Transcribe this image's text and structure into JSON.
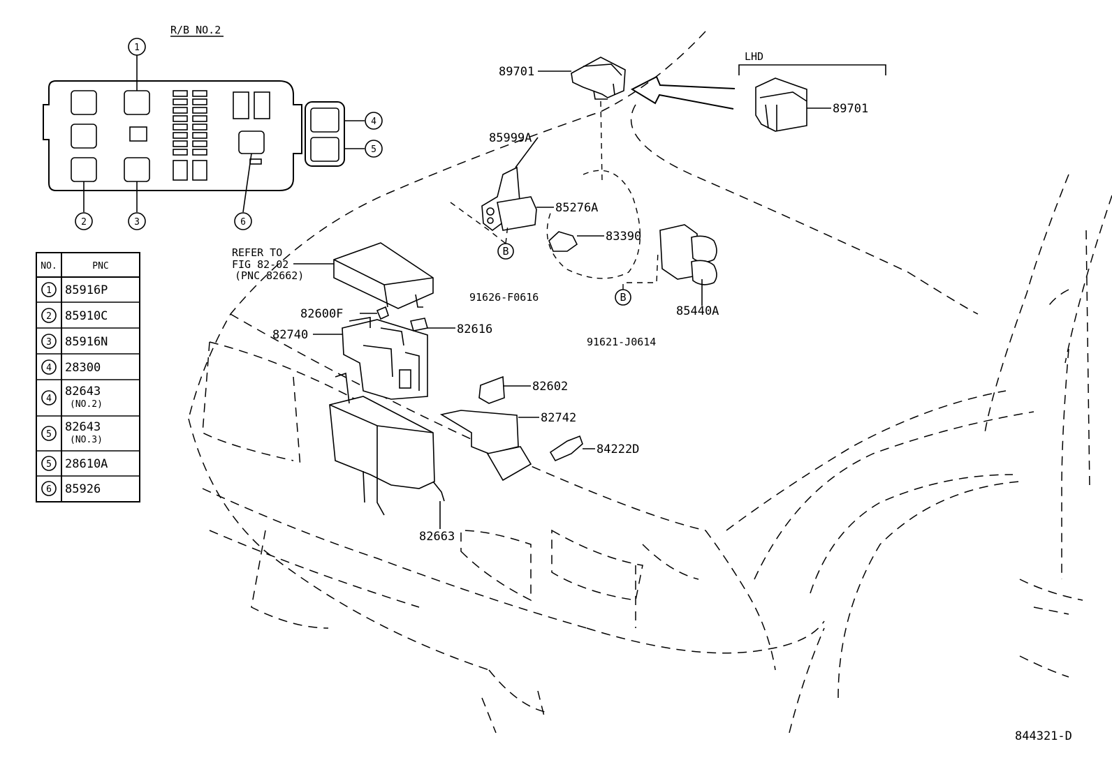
{
  "inset": {
    "title": "R/B NO.2",
    "callouts": [
      "1",
      "2",
      "3",
      "4",
      "5",
      "6"
    ]
  },
  "table": {
    "headers": [
      "NO.",
      "PNC"
    ],
    "rows": [
      {
        "no": "1",
        "pnc": "85916P",
        "sub": ""
      },
      {
        "no": "2",
        "pnc": "85910C",
        "sub": ""
      },
      {
        "no": "3",
        "pnc": "85916N",
        "sub": ""
      },
      {
        "no": "4",
        "pnc": "28300",
        "sub": ""
      },
      {
        "no": "4",
        "pnc": "82643",
        "sub": "(NO.2)"
      },
      {
        "no": "5",
        "pnc": "82643",
        "sub": "(NO.3)"
      },
      {
        "no": "5",
        "pnc": "28610A",
        "sub": ""
      },
      {
        "no": "6",
        "pnc": "85926",
        "sub": ""
      }
    ]
  },
  "refer": {
    "line1": "REFER TO",
    "line2": "FIG 82-02",
    "line3": "(PNC 82662)"
  },
  "lhd_label": "LHD",
  "bolt_marker": "B",
  "parts": {
    "p89701_top": "89701",
    "p89701_lhd": "89701",
    "p85999A": "85999A",
    "p85276A": "85276A",
    "p83390": "83390",
    "p91626": "91626-F0616",
    "p85440A": "85440A",
    "p91621": "91621-J0614",
    "p82600F": "82600F",
    "p82740": "82740",
    "p82616": "82616",
    "p82602": "82602",
    "p82742": "82742",
    "p84222D": "84222D",
    "p82663": "82663"
  },
  "figure_code": "844321-D"
}
